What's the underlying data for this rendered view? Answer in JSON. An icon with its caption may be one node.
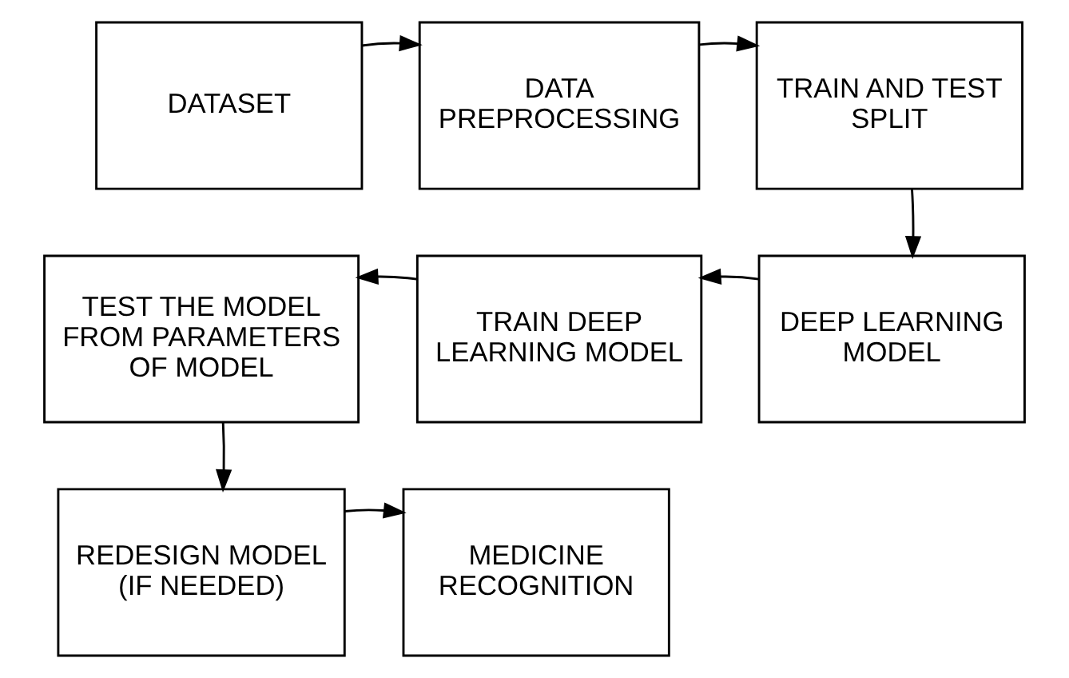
{
  "diagram": {
    "nodes": [
      {
        "text": [
          "DATASET"
        ]
      },
      {
        "text": [
          "DATA PREPROCESSING"
        ]
      },
      {
        "text": [
          "TRAIN AND TEST SPLIT"
        ]
      },
      {
        "text": [
          "DEEP LEARNING MODEL"
        ]
      },
      {
        "text": [
          "TRAIN DEEP LEARNING MODEL"
        ]
      },
      {
        "text": [
          "TEST THE MODEL FROM PARAMETERS OF MODEL"
        ]
      },
      {
        "text": [
          "REDESIGN MODEL (IF NEEDED)"
        ]
      },
      {
        "text": [
          "MEDICINE RECOGNITION"
        ]
      }
    ],
    "edges": [
      {
        "from": 0,
        "to": 1,
        "arrow": "to"
      },
      {
        "from": 1,
        "to": 2,
        "arrow": "to"
      },
      {
        "from": 2,
        "to": 3,
        "arrow": "to"
      },
      {
        "from": 3,
        "to": 4,
        "arrow": "to"
      },
      {
        "from": 4,
        "to": 5,
        "arrow": "to"
      },
      {
        "from": 5,
        "to": 6,
        "arrow": "to"
      },
      {
        "from": 6,
        "to": 7,
        "arrow": "to"
      }
    ]
  }
}
